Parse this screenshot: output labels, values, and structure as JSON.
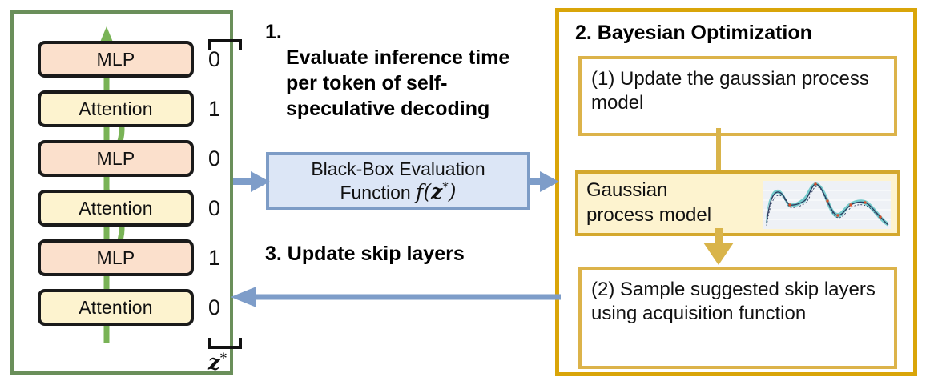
{
  "left_panel": {
    "name": "self-speculative decoding layer stack",
    "border_color": "#6a8f5a",
    "layers": [
      {
        "label": "MLP",
        "type": "mlp",
        "bit": "0"
      },
      {
        "label": "Attention",
        "type": "attn",
        "bit": "1"
      },
      {
        "label": "MLP",
        "type": "mlp",
        "bit": "0"
      },
      {
        "label": "Attention",
        "type": "attn",
        "bit": "0"
      },
      {
        "label": "MLP",
        "type": "mlp",
        "bit": "1"
      },
      {
        "label": "Attention",
        "type": "attn",
        "bit": "0"
      }
    ],
    "vector_label": "z",
    "vector_superscript": "*",
    "mlp_color": "#fbe0cc",
    "attention_color": "#fdf3cf",
    "flow_arrow_color": "#79b356"
  },
  "middle": {
    "step1_number": "1.",
    "step1_text": "Evaluate inference time per token of self-speculative decoding",
    "blackbox_line1": "Black-Box Evaluation",
    "blackbox_line2_prefix": "Function ",
    "blackbox_function": "f(z*)",
    "blackbox_fill": "#dce6f6",
    "blackbox_border": "#7d9cc6",
    "step3_text": "3. Update skip layers",
    "arrow_color": "#7e9dc9"
  },
  "right_panel": {
    "title": "2. Bayesian Optimization",
    "border_color": "#d9a509",
    "step1": "(1) Update the gaussian process model",
    "gaussian_box_label": "Gaussian process model",
    "gaussian_box_fill": "#fdf3cf",
    "step2": "(2) Sample suggested skip layers using acquisition function",
    "connector_color": "#d9b44a",
    "plot": {
      "band_color": "#5fc3c3",
      "mean_line_color": "#2b3a5e",
      "point_color": "#d94f2b",
      "background": "#eef1f6"
    }
  }
}
